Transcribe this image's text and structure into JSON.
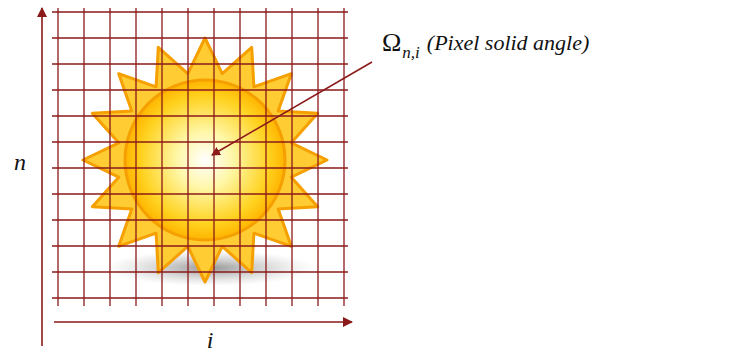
{
  "diagram": {
    "labels": [
      "n",
      "i",
      "Ω",
      "n,i",
      "(Pixel solid angle)"
    ]
  }
}
